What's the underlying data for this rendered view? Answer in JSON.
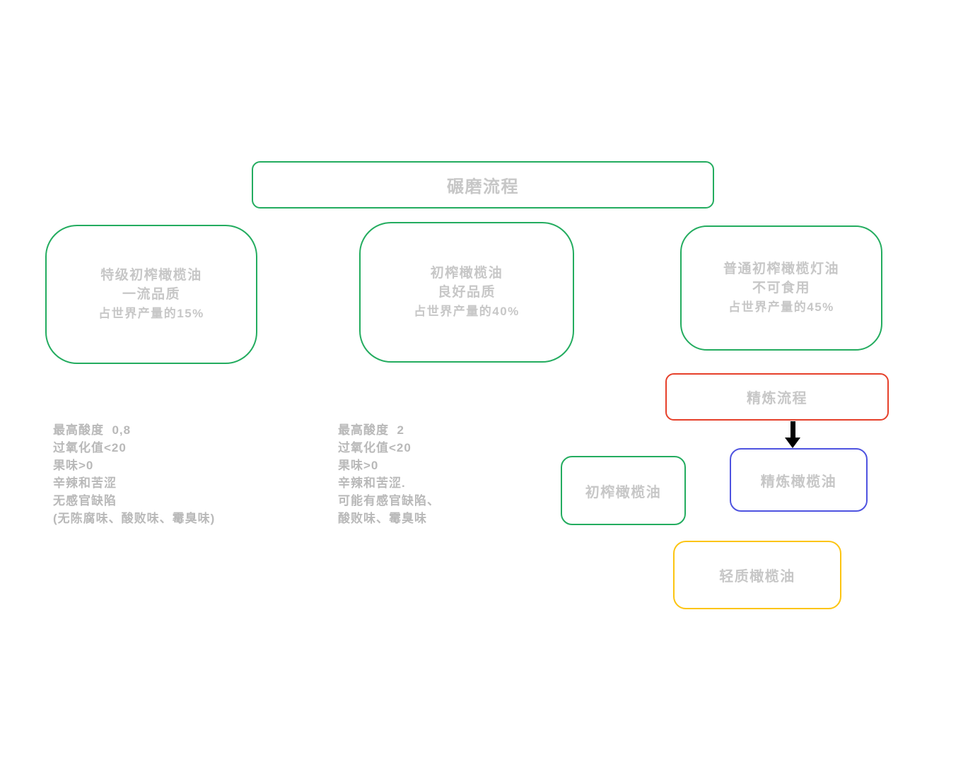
{
  "colors": {
    "green": "#23ac5f",
    "red": "#e6402a",
    "blue": "#4e53e0",
    "yellow": "#fcc411",
    "arrow": "#000000",
    "label_text": "#c7c7c7",
    "note_text": "#b9b9b9"
  },
  "flowchart": {
    "milling": {
      "label": "碾磨流程"
    },
    "grades": [
      {
        "name": "特级初榨橄榄油",
        "quality": "一流品质",
        "share": "占世界产量的15%"
      },
      {
        "name": "初榨橄榄油",
        "quality": "良好品质",
        "share": "占世界产量的40%"
      },
      {
        "name": "普通初榨橄榄灯油",
        "quality": "不可食用",
        "share": "占世界产量的45%"
      }
    ],
    "specs": [
      {
        "lines": [
          "最高酸度  0,8",
          "过氧化值<20",
          "果味>0",
          "辛辣和苦涩",
          "无感官缺陷",
          "(无陈腐味、酸败味、霉臭味)"
        ]
      },
      {
        "lines": [
          "最高酸度  2",
          "过氧化值<20",
          "果味>0",
          "辛辣和苦涩.",
          "可能有感官缺陷、",
          "酸败味、霉臭味"
        ]
      }
    ],
    "refining": {
      "label": "精炼流程"
    },
    "virgin_oil": {
      "label": "初榨橄榄油"
    },
    "refined_oil": {
      "label": "精炼橄榄油"
    },
    "light_oil": {
      "label": "轻质橄榄油"
    }
  }
}
